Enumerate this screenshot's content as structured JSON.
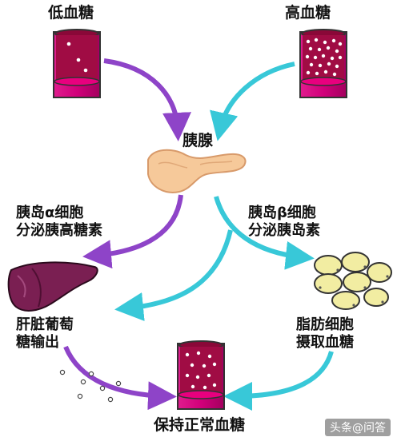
{
  "labels": {
    "low_sugar": "低血糖",
    "high_sugar": "高血糖",
    "pancreas": "胰腺",
    "alpha_cell_line1": "胰岛α细胞",
    "alpha_cell_line2": "分泌胰高糖素",
    "beta_cell_line1": "胰岛β细胞",
    "beta_cell_line2": "分泌胰岛素",
    "liver_line1": "肝脏葡萄",
    "liver_line2": "糖输出",
    "fat_line1": "脂肪细胞",
    "fat_line2": "摄取血糖",
    "normal": "保持正常血糖"
  },
  "watermark": "头条@问答",
  "colors": {
    "purple_arrow": "#8e44c8",
    "cyan_arrow": "#38c8d8",
    "tube_magenta": "#d1007a",
    "tube_inner": "#9a0a3c",
    "pancreas": "#f6c99a",
    "liver": "#7a1f52",
    "fat_cell": "#f2eda2"
  },
  "icons": [
    "blood-vessel-icon",
    "pancreas-icon",
    "liver-icon",
    "fat-cells-icon",
    "glucose-dots-icon"
  ]
}
